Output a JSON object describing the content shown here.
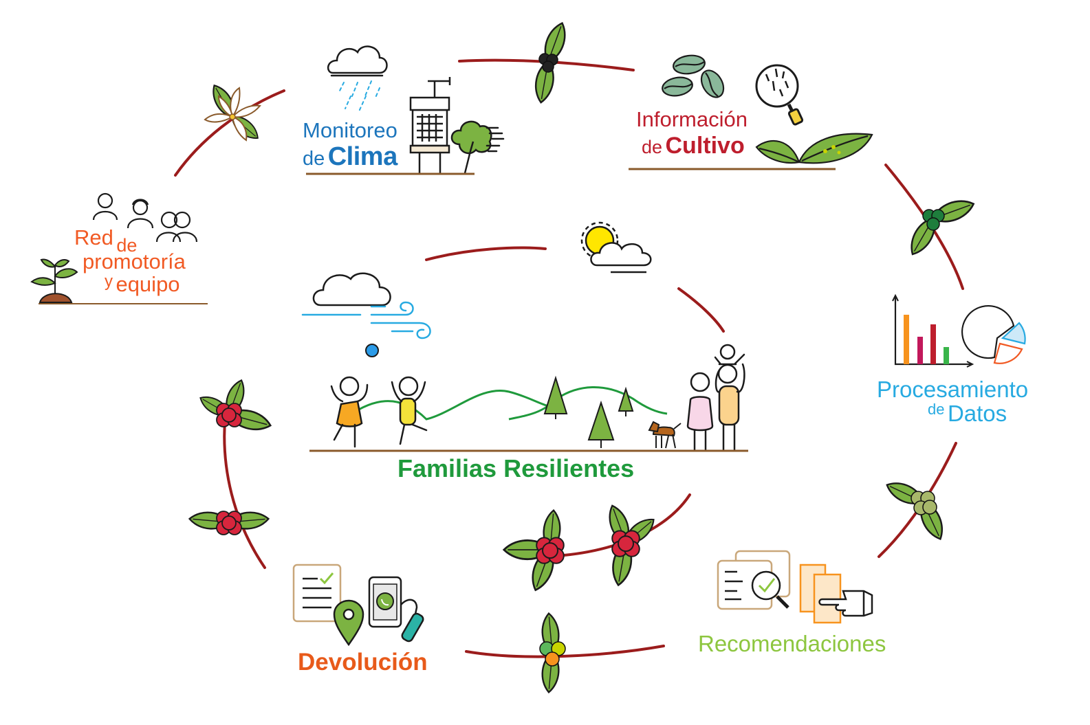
{
  "colors": {
    "vine": "#9b1c1c",
    "leaf": "#7cb342",
    "leaf_stroke": "#1b1b1b",
    "ground": "#8a5a2b",
    "clima": "#1c75bc",
    "cultivo": "#be1e2d",
    "red": "#f15a24",
    "procesamiento": "#27aae1",
    "recomendaciones": "#8dc63f",
    "devolucion": "#e85a1a",
    "familias": "#1f9a3c",
    "berry_red": "#d7263d",
    "berry_dark": "#222222",
    "berry_green": "#1e7d3c",
    "berry_pale": "#a8b86a",
    "sun": "#ffe600",
    "ball": "#2b9be8"
  },
  "stages": {
    "clima": {
      "line1": "Monitoreo",
      "small": "de",
      "big": "Clima"
    },
    "cultivo": {
      "line1": "Información",
      "small": "de",
      "big": "Cultivo"
    },
    "procesamiento": {
      "line1": "Procesamiento",
      "small": "de",
      "big": "Datos"
    },
    "recomendaciones": {
      "text": "Recomendaciones"
    },
    "devolucion": {
      "text": "Devolución"
    },
    "red": {
      "line1": "Red",
      "small1": "de",
      "line2": "promotoría",
      "small2": "y",
      "line3": "equipo"
    }
  },
  "center": {
    "title": "Familias Resilientes"
  }
}
